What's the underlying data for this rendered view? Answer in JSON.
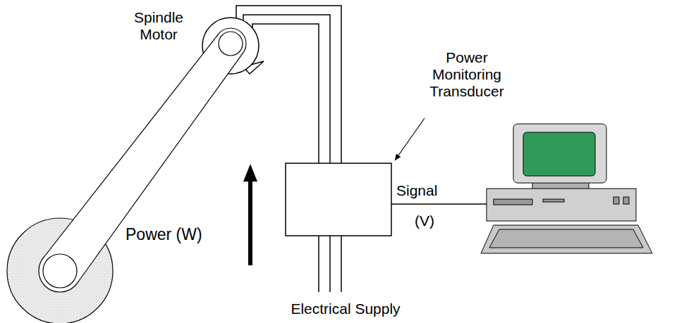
{
  "diagram": {
    "labels": [
      "Spindle Motor",
      "Power Monitoring Transducer",
      "Signal",
      "(V)",
      "Power (W)",
      "Electrical Supply"
    ]
  }
}
